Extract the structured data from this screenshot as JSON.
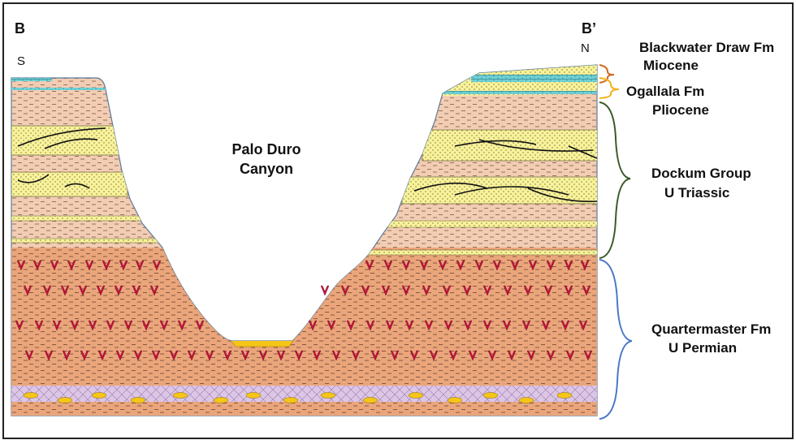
{
  "section": {
    "left_label": "B",
    "right_label": "B’",
    "left_direction": "S",
    "right_direction": "N"
  },
  "canyon_label": {
    "line1": "Palo Duro",
    "line2": "Canyon"
  },
  "units": [
    {
      "name": "Blackwater Draw Fm",
      "age": "Miocene",
      "bracket_color": "#d2691e"
    },
    {
      "name": "Ogallala Fm",
      "age": "Pliocene",
      "bracket_color": "#f2b21b"
    },
    {
      "name": "Dockum Group",
      "age": "U Triassic",
      "bracket_color": "#3a5a2a"
    },
    {
      "name": "Quartermaster Fm",
      "age": "U Permian",
      "bracket_color": "#4a78c8"
    }
  ],
  "colors": {
    "mudstone_light": "#f3cdb3",
    "mudstone_dark": "#eaa57a",
    "sandstone": "#f8f29a",
    "caliche": "#6fd1d6",
    "gypsum_band": "#dcc6e6",
    "gypsum_nodule": "#f5c518",
    "evaporite_v": "#c8103e",
    "outline": "#5b7b9a"
  }
}
